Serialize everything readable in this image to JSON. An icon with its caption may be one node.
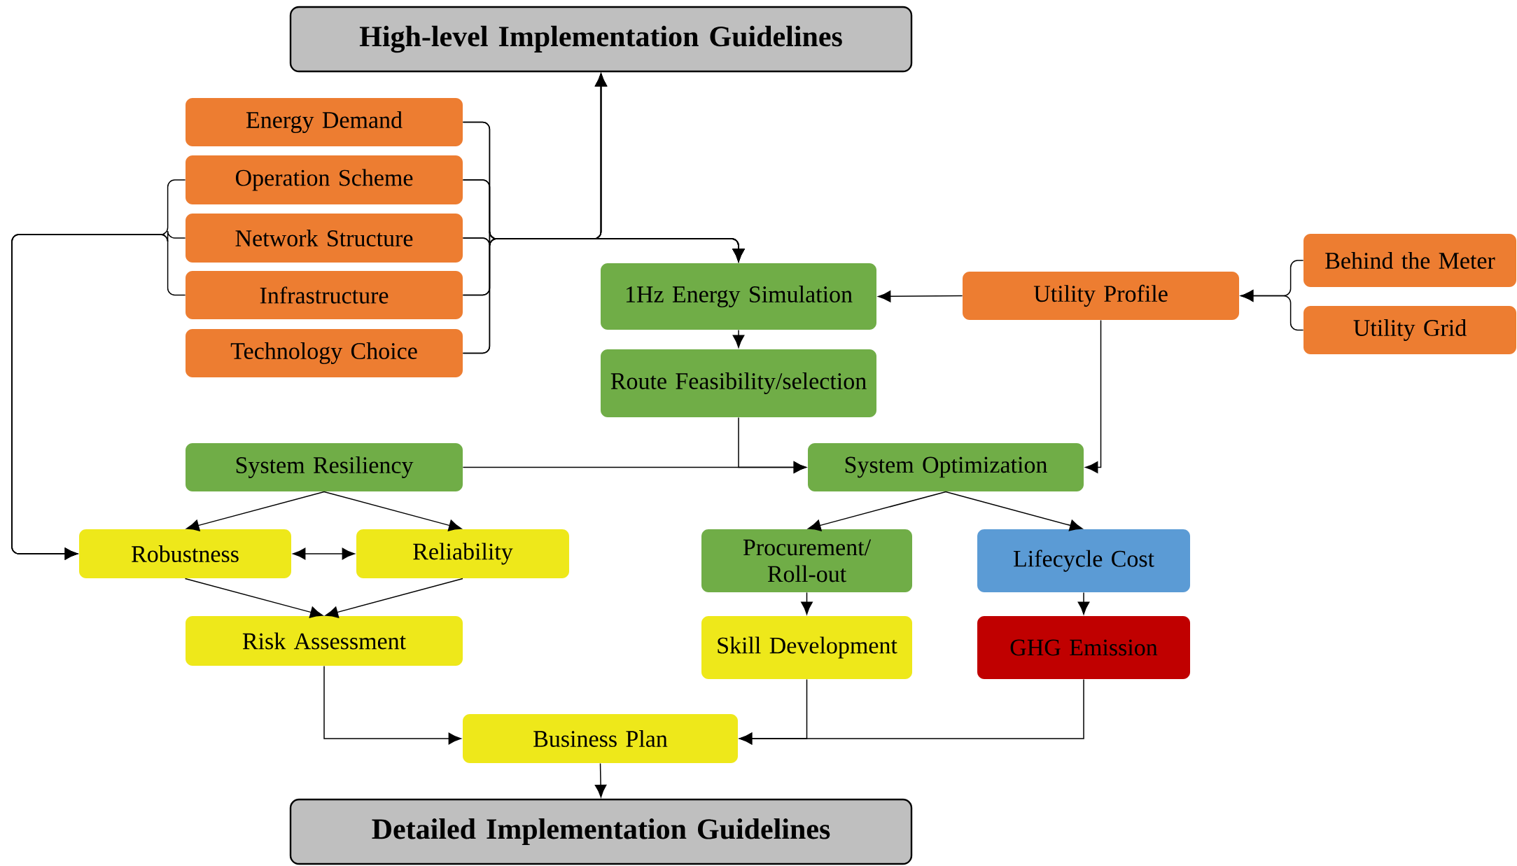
{
  "diagram": {
    "nodes": [
      {
        "text": [
          "High-level Implementation Guidelines"
        ]
      },
      {
        "text": [
          "Energy Demand"
        ]
      },
      {
        "text": [
          "Operation Scheme"
        ]
      },
      {
        "text": [
          "Network Structure"
        ]
      },
      {
        "text": [
          "Infrastructure"
        ]
      },
      {
        "text": [
          "Technology Choice"
        ]
      },
      {
        "text": [
          "1Hz Energy Simulation"
        ]
      },
      {
        "text": [
          "Utility Profile"
        ]
      },
      {
        "text": [
          "Behind the Meter"
        ]
      },
      {
        "text": [
          "Utility Grid"
        ]
      },
      {
        "text": [
          "Route Feasibility/selection"
        ]
      },
      {
        "text": [
          "System Resiliency"
        ]
      },
      {
        "text": [
          "System Optimization"
        ]
      },
      {
        "text": [
          "Robustness"
        ]
      },
      {
        "text": [
          "Reliability"
        ]
      },
      {
        "text": [
          "Procurement/ Roll-out"
        ]
      },
      {
        "text": [
          "Lifecycle Cost"
        ]
      },
      {
        "text": [
          "Risk Assessment"
        ]
      },
      {
        "text": [
          "Skill Development"
        ]
      },
      {
        "text": [
          "GHG Emission"
        ]
      },
      {
        "text": [
          "Business Plan"
        ]
      },
      {
        "text": [
          "Detailed Implementation Guidelines"
        ]
      }
    ],
    "edges": [
      {
        "from": 1,
        "to": 0,
        "arrow": "to"
      },
      {
        "from": 2,
        "to": 0,
        "arrow": "to"
      },
      {
        "from": 3,
        "to": 0,
        "arrow": "to"
      },
      {
        "from": 4,
        "to": 0,
        "arrow": "to"
      },
      {
        "from": 5,
        "to": 0,
        "arrow": "to"
      },
      {
        "from": 1,
        "to": 6,
        "arrow": "to"
      },
      {
        "from": 2,
        "to": 6,
        "arrow": "to"
      },
      {
        "from": 3,
        "to": 6,
        "arrow": "to"
      },
      {
        "from": 4,
        "to": 6,
        "arrow": "to"
      },
      {
        "from": 5,
        "to": 6,
        "arrow": "to"
      },
      {
        "from": 2,
        "to": 13,
        "arrow": "to"
      },
      {
        "from": 3,
        "to": 13,
        "arrow": "to"
      },
      {
        "from": 4,
        "to": 13,
        "arrow": "to"
      },
      {
        "from": 8,
        "to": 7,
        "arrow": "to"
      },
      {
        "from": 9,
        "to": 7,
        "arrow": "to"
      },
      {
        "from": 7,
        "to": 6,
        "arrow": "to"
      },
      {
        "from": 6,
        "to": 10,
        "arrow": "to"
      },
      {
        "from": 10,
        "to": 12,
        "arrow": "to"
      },
      {
        "from": 11,
        "to": 12,
        "arrow": "to"
      },
      {
        "from": 7,
        "to": 12,
        "arrow": "to"
      },
      {
        "from": 11,
        "to": 13,
        "arrow": "to"
      },
      {
        "from": 11,
        "to": 14,
        "arrow": "to"
      },
      {
        "from": 13,
        "to": 14,
        "arrow": "both"
      },
      {
        "from": 13,
        "to": 17,
        "arrow": "to"
      },
      {
        "from": 14,
        "to": 17,
        "arrow": "to"
      },
      {
        "from": 12,
        "to": 15,
        "arrow": "to"
      },
      {
        "from": 12,
        "to": 16,
        "arrow": "to"
      },
      {
        "from": 15,
        "to": 18,
        "arrow": "to"
      },
      {
        "from": 16,
        "to": 19,
        "arrow": "to"
      },
      {
        "from": 17,
        "to": 20,
        "arrow": "to"
      },
      {
        "from": 18,
        "to": 20,
        "arrow": "to"
      },
      {
        "from": 19,
        "to": 20,
        "arrow": "to"
      },
      {
        "from": 20,
        "to": 21,
        "arrow": "to"
      }
    ]
  }
}
